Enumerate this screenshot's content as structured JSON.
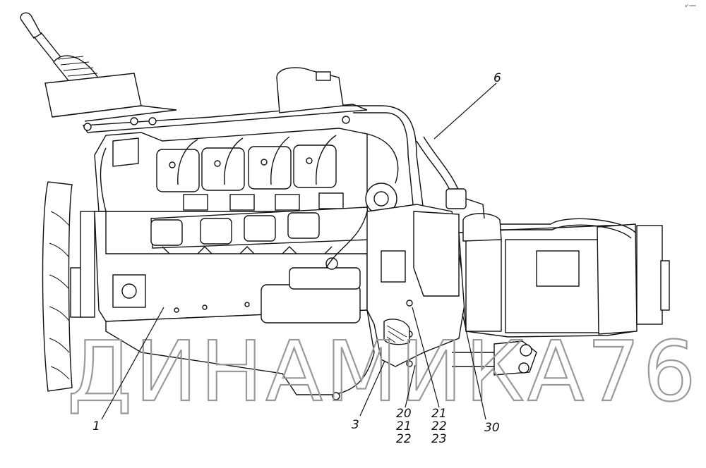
{
  "watermark": "ДИНАМИКА76",
  "corner_mark": "а⁰ ═══",
  "callouts": {
    "c1": "1",
    "c3": "3",
    "c6": "6",
    "c30": "30",
    "group_a": [
      "20",
      "21",
      "22"
    ],
    "group_b": [
      "21",
      "22",
      "23"
    ]
  }
}
